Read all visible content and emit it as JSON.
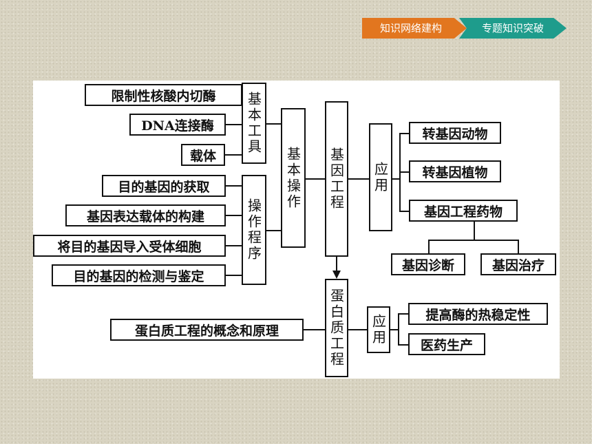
{
  "nav": {
    "tab1": "知识网络建构",
    "tab2": "专题知识突破"
  },
  "diagram": {
    "tools_items": [
      "限制性核酸内切酶",
      "DNA连接酶",
      "载体"
    ],
    "tools_label": "基本工具",
    "procedure_items": [
      "目的基因的获取",
      "基因表达载体的构建",
      "将目的基因导入受体细胞",
      "目的基因的检测与鉴定"
    ],
    "procedure_label": "操作程序",
    "basic_ops_label": "基本操作",
    "genetic_engineering_label": "基因工程",
    "application_label_1": "应用",
    "app_items_1": [
      "转基因动物",
      "转基因植物",
      "基因工程药物"
    ],
    "drug_sub_items": [
      "基因诊断",
      "基因治疗"
    ],
    "protein_concept": "蛋白质工程的概念和原理",
    "protein_engineering_label": "蛋白质工程",
    "application_label_2": "应用",
    "app_items_2": [
      "提高酶的热稳定性",
      "医药生产"
    ]
  }
}
